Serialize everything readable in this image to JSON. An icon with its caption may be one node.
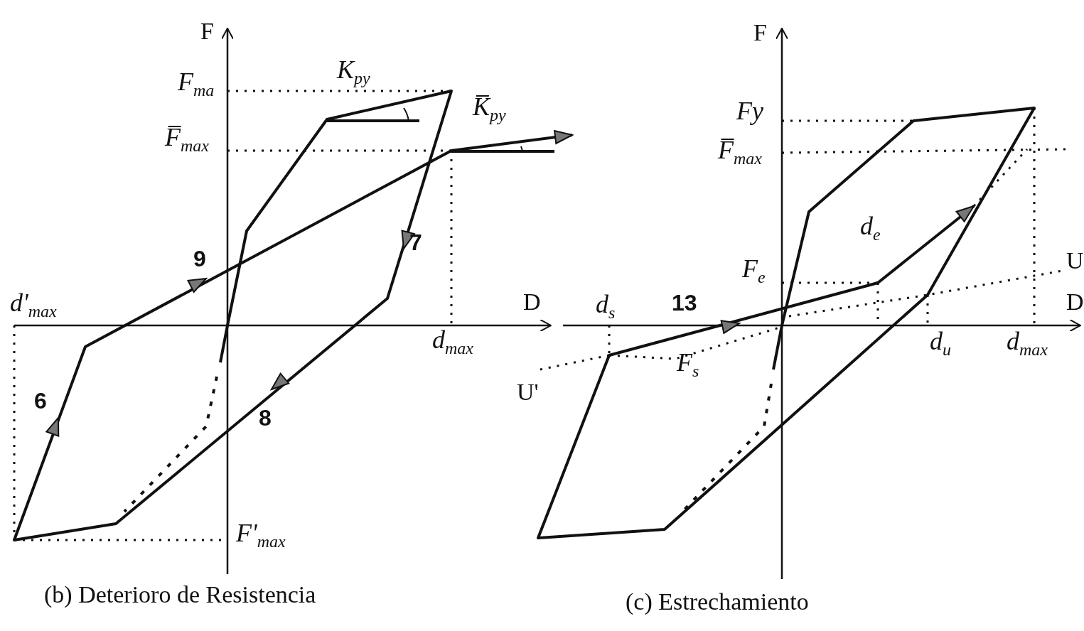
{
  "diagram": {
    "labels": [
      "F",
      "F",
      "F$_{ma}$",
      "K$_{py}$",
      "Fy",
      "F̅$_{max}$",
      "K̅$_{py}$",
      "F̅$_{max}$",
      "d$_{e}$",
      "9",
      "7",
      "U",
      "F$_{e}$",
      "d'$_{max}$",
      "D",
      "d$_{s}$",
      "13",
      "D",
      "d$_{max}$",
      "d$_{u}$",
      "d$_{max}$",
      "F$_{s}$",
      "U'",
      "6",
      "8",
      "F'$_{max}$",
      "(b) Deterioro de Resistencia",
      "(c) Estrechamiento"
    ]
  }
}
